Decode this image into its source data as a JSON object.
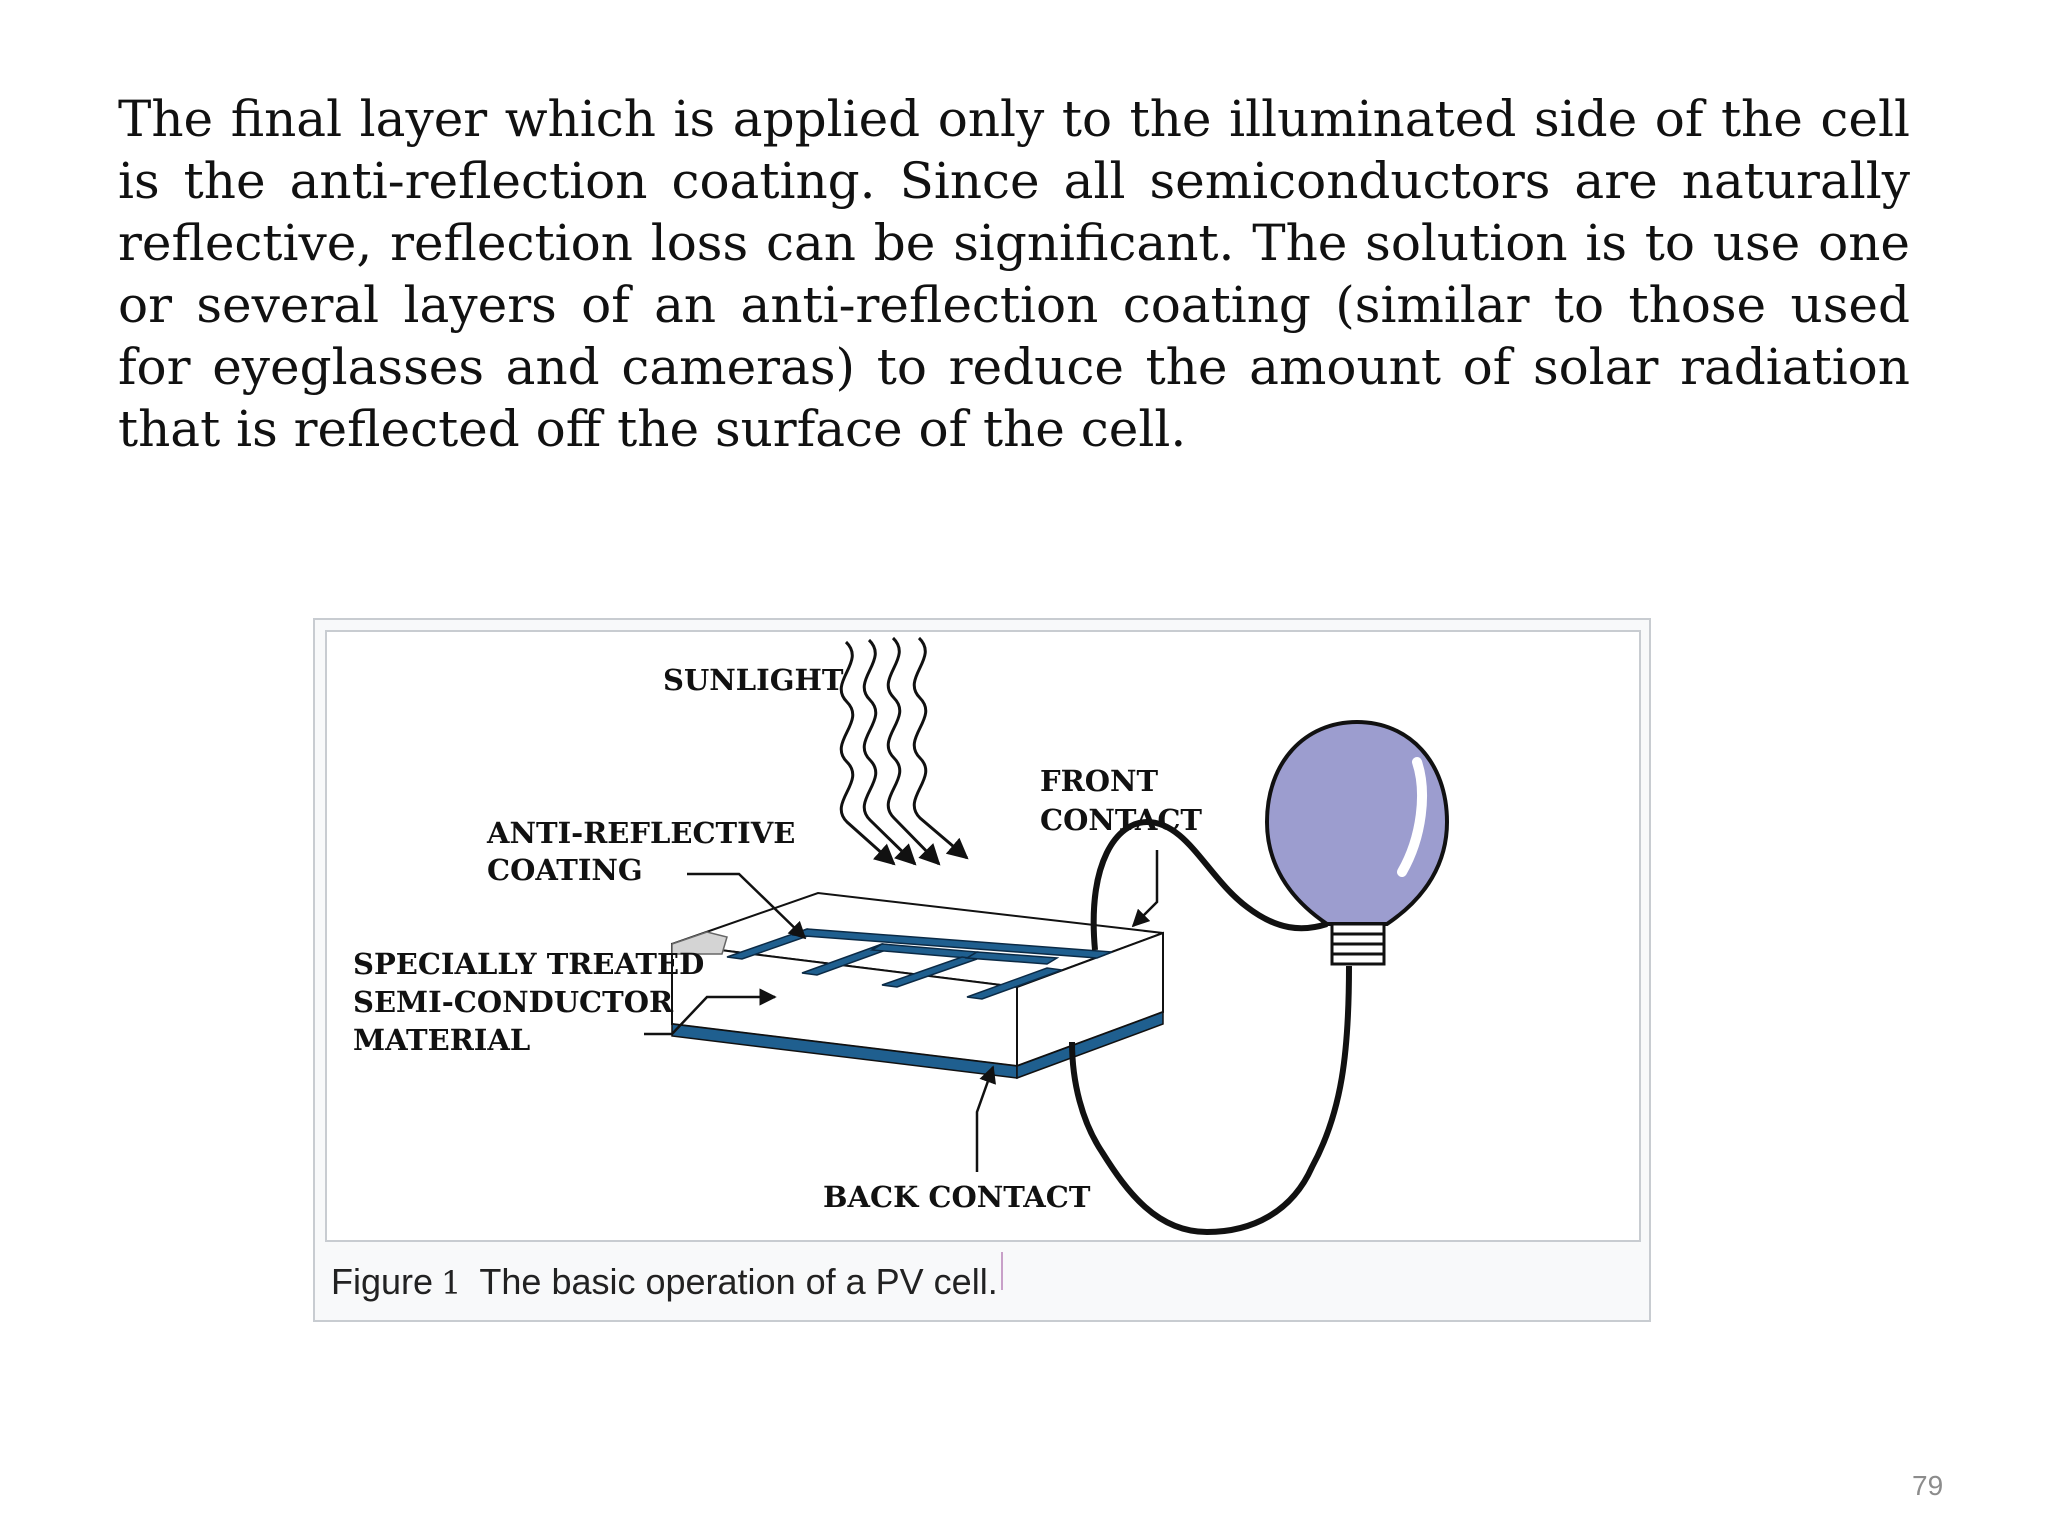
{
  "body_text": "The final layer which is applied only to the illuminated side of the cell is the anti-reflection coating. Since all semiconductors are naturally reflective, reflection loss can be significant. The solution is to use one or several layers of an anti-reflection coating (similar to those used for eyeglasses and cameras) to reduce the amount of solar radiation that is reflected off the surface of the cell.",
  "figure": {
    "labels": {
      "sunlight": "SUNLIGHT",
      "front_contact_1": "FRONT",
      "front_contact_2": "CONTACT",
      "anti_reflective_1": "ANTI-REFLECTIVE",
      "anti_reflective_2": "COATING",
      "semiconductor_1": "SPECIALLY TREATED",
      "semiconductor_2": "SEMI-CONDUCTOR",
      "semiconductor_3": "MATERIAL",
      "back_contact": "BACK CONTACT"
    },
    "caption_prefix": "Figure",
    "caption_number": "1",
    "caption_text": "The basic operation of a PV cell.",
    "colors": {
      "contact_blue": "#1f5f8f",
      "bulb_fill": "#9c9dcf"
    }
  },
  "page_number": "79"
}
